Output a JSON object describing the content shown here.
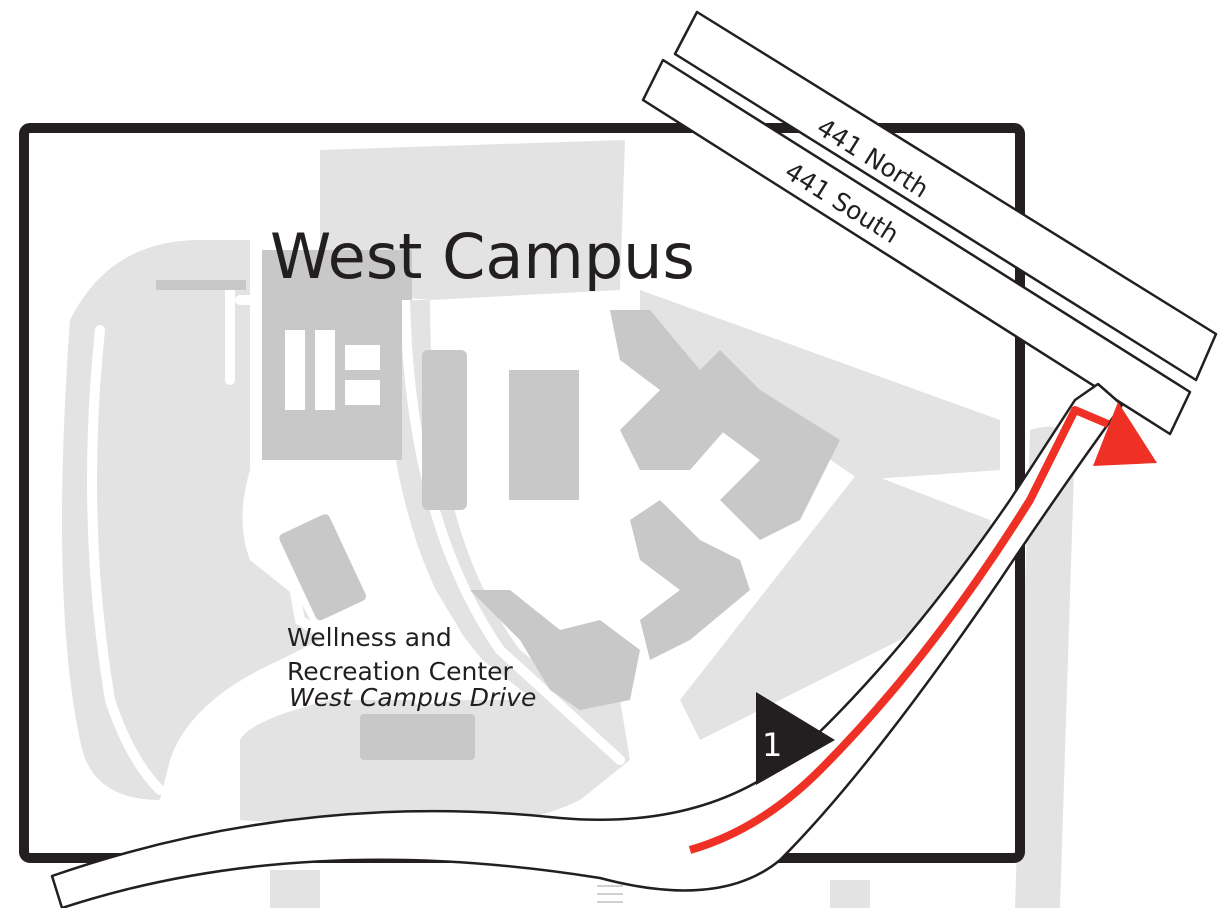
{
  "map": {
    "title": "West Campus",
    "highways": {
      "north_label": "441 North",
      "south_label": "441 South"
    },
    "buildings": {
      "wellness_label_line1": "Wellness and",
      "wellness_label_line2": "Recreation Center"
    },
    "roads": {
      "campus_drive_label": "West Campus Drive"
    },
    "route": {
      "step_number": "1",
      "color": "#ee3124"
    },
    "colors": {
      "frame": "#231f20",
      "building_fill": "#c8c8c8",
      "ground_fill": "#e3e3e3",
      "road_fill": "#ffffff"
    }
  }
}
